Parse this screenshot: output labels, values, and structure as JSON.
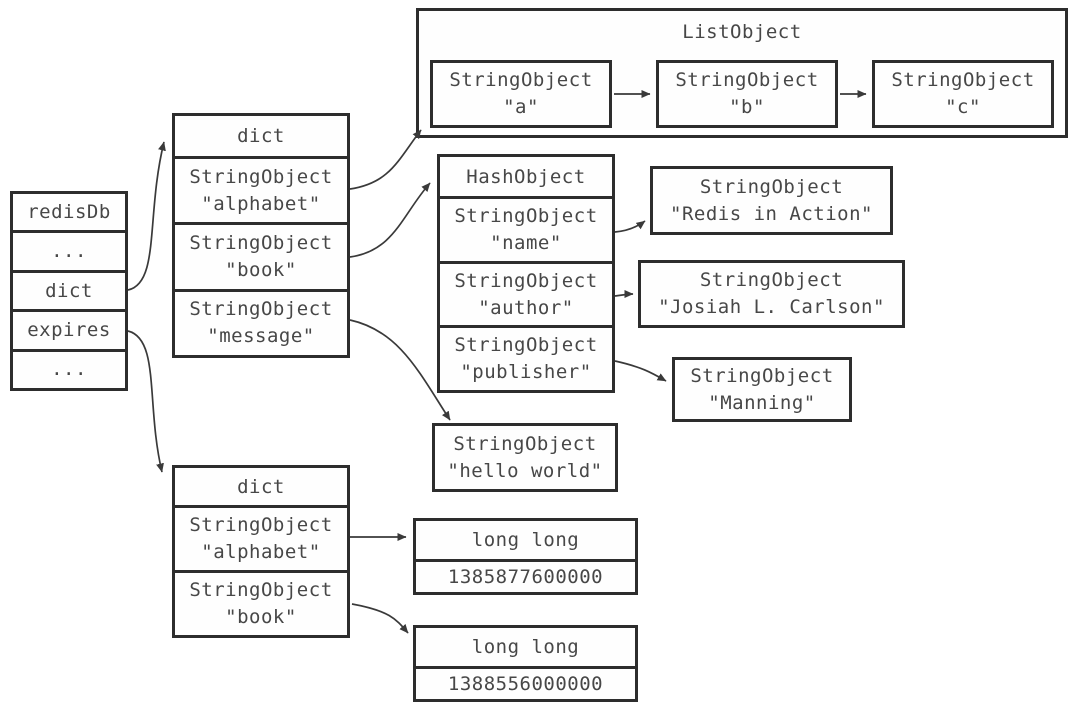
{
  "redisdb": {
    "rows": [
      "redisDb",
      "...",
      "dict",
      "expires",
      "..."
    ]
  },
  "dict1": {
    "title": "dict",
    "rows": [
      {
        "type": "StringObject",
        "value": "\"alphabet\""
      },
      {
        "type": "StringObject",
        "value": "\"book\""
      },
      {
        "type": "StringObject",
        "value": "\"message\""
      }
    ]
  },
  "list_object": {
    "title": "ListObject",
    "items": [
      {
        "type": "StringObject",
        "value": "\"a\""
      },
      {
        "type": "StringObject",
        "value": "\"b\""
      },
      {
        "type": "StringObject",
        "value": "\"c\""
      }
    ]
  },
  "hash_object": {
    "title": "HashObject",
    "rows": [
      {
        "type": "StringObject",
        "value": "\"name\""
      },
      {
        "type": "StringObject",
        "value": "\"author\""
      },
      {
        "type": "StringObject",
        "value": "\"publisher\""
      }
    ]
  },
  "string_values": {
    "name": {
      "type": "StringObject",
      "value": "\"Redis in Action\""
    },
    "author": {
      "type": "StringObject",
      "value": "\"Josiah L. Carlson\""
    },
    "publisher": {
      "type": "StringObject",
      "value": "\"Manning\""
    },
    "message": {
      "type": "StringObject",
      "value": "\"hello world\""
    }
  },
  "dict2": {
    "title": "dict",
    "rows": [
      {
        "type": "StringObject",
        "value": "\"alphabet\""
      },
      {
        "type": "StringObject",
        "value": "\"book\""
      }
    ]
  },
  "expires_values": {
    "alphabet": {
      "type": "long long",
      "value": "1385877600000"
    },
    "book": {
      "type": "long long",
      "value": "1388556000000"
    }
  },
  "colors": {
    "line": "#2d2d2d",
    "text": "#474747",
    "background": "#ffffff"
  }
}
